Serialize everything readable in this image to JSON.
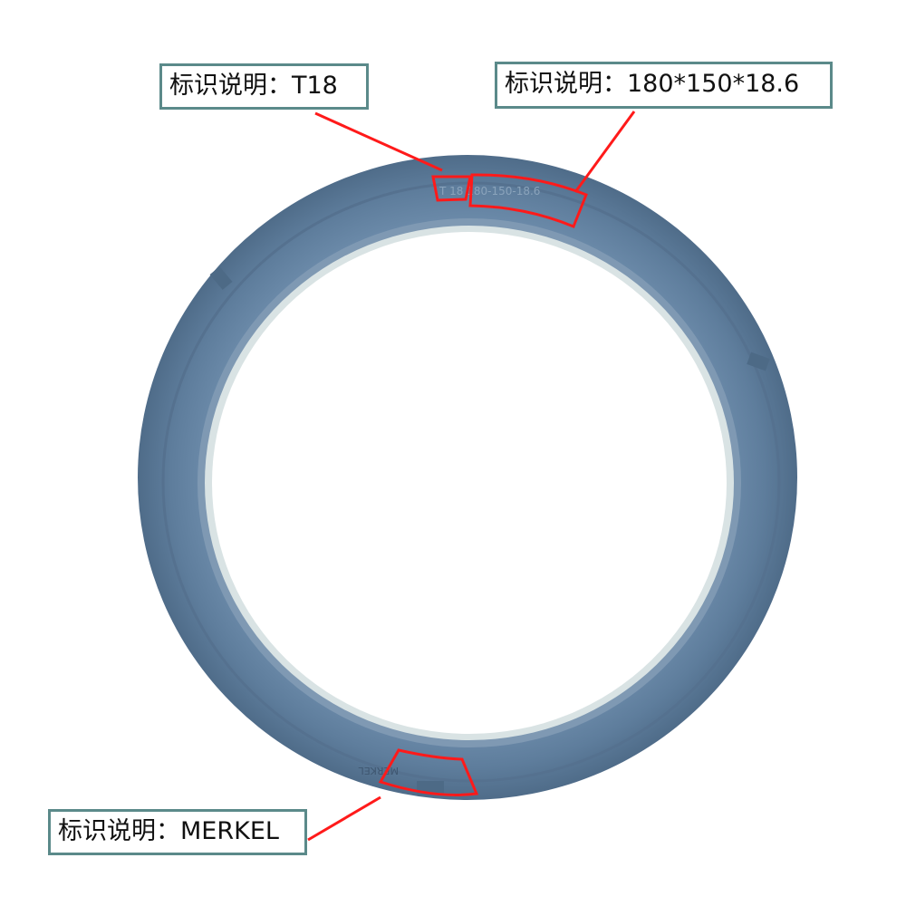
{
  "colors": {
    "ring": "#5f7e9c",
    "annotation": "#ff1a1a",
    "label_border": "#5b8a8a"
  },
  "labels": [
    {
      "prefix": "标识说明：",
      "value": "T18"
    },
    {
      "prefix": "标识说明：",
      "value": "180*150*18.6"
    },
    {
      "prefix": "标识说明：",
      "value": "MERKEL"
    }
  ],
  "ring_markings": {
    "top": "T 18 180-150-18.6",
    "bottom": "MERKEL"
  }
}
